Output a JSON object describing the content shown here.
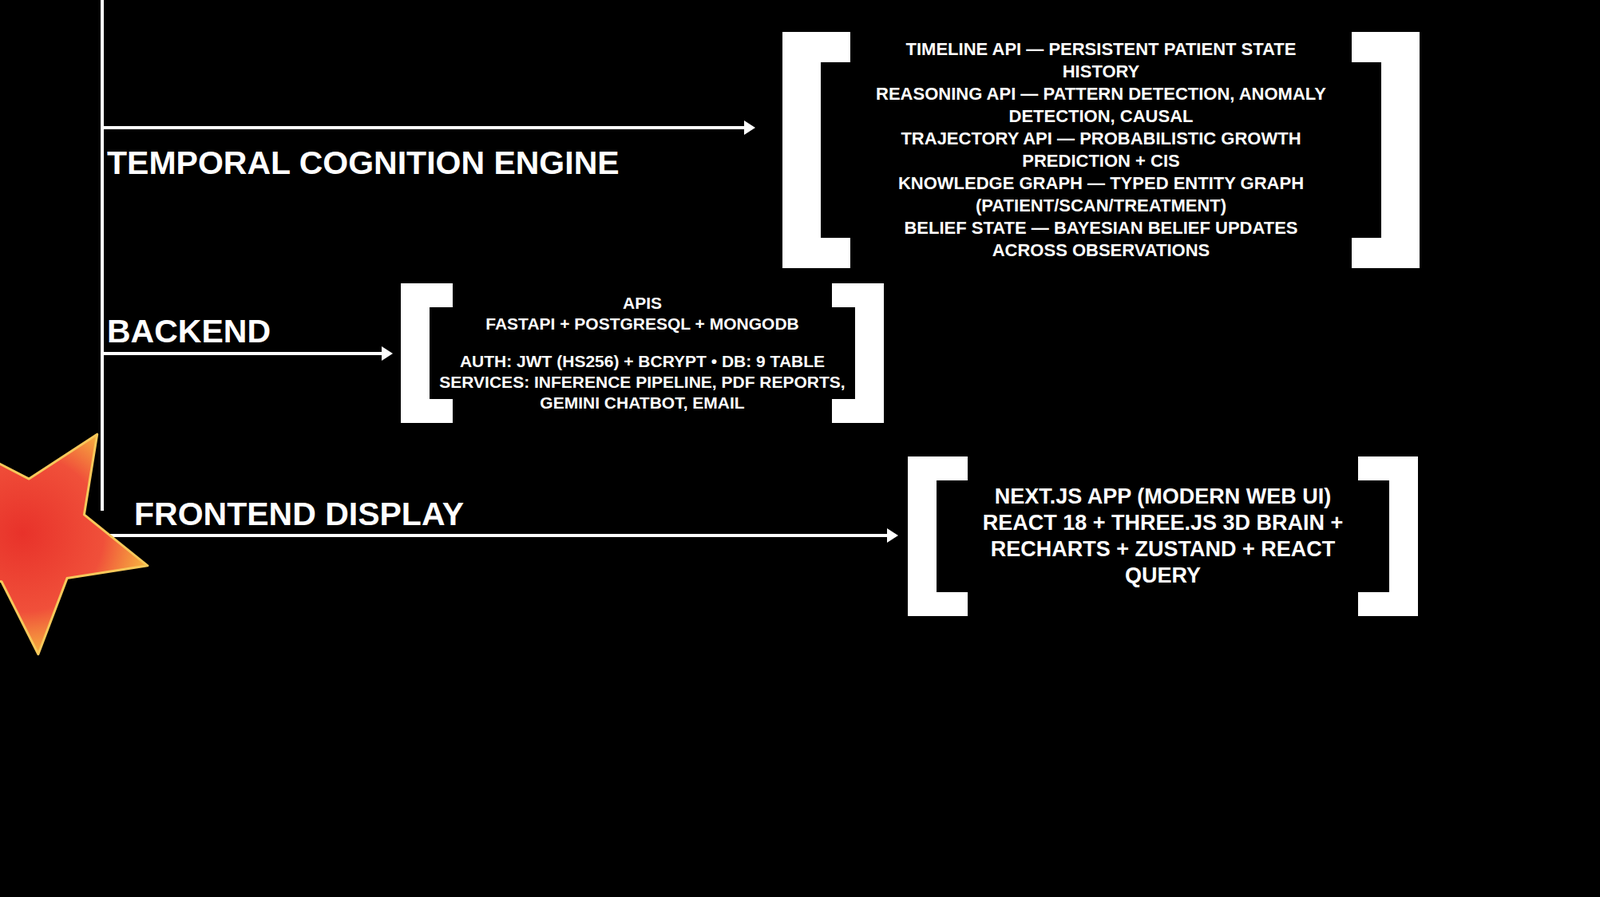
{
  "diagram": {
    "nodes": [
      {
        "text": [
          "TIMELINE API — PERSISTENT PATIENT STATE HISTORY",
          "REASONING API — PATTERN DETECTION, ANOMALY DETECTION, CAUSAL",
          "TRAJECTORY API — PROBABILISTIC GROWTH PREDICTION + CIS",
          "KNOWLEDGE GRAPH — TYPED ENTITY GRAPH (PATIENT/SCAN/TREATMENT)",
          "BELIEF STATE — BAYESIAN BELIEF UPDATES ACROSS OBSERVATIONS"
        ]
      },
      {
        "text": [
          "APIS",
          "FASTAPI + POSTGRESQL + MONGODB",
          "AUTH: JWT (HS256) + BCRYPT • DB: 9 TABLE SERVICES: INFERENCE PIPELINE, PDF REPORTS, GEMINI CHATBOT, EMAIL"
        ]
      },
      {
        "text": [
          "NEXT.JS APP (MODERN WEB UI)",
          "REACT 18 + THREE.JS 3D BRAIN + RECHARTS + ZUSTAND + REACT QUERY"
        ]
      }
    ],
    "labels": [
      "TEMPORAL COGNITION ENGINE",
      "BACKEND",
      "FRONTEND DISPLAY"
    ]
  }
}
